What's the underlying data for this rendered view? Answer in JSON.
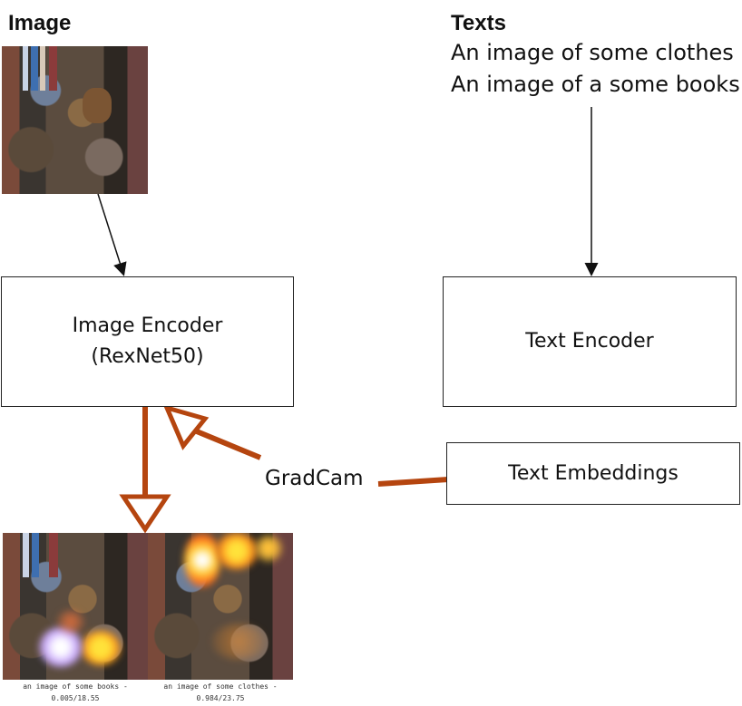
{
  "image_section": {
    "heading": "Image"
  },
  "texts_section": {
    "heading": "Texts",
    "lines": [
      "An image of some clothes",
      "An image of a some books"
    ]
  },
  "image_encoder": {
    "line1": "Image Encoder",
    "line2": "(RexNet50)"
  },
  "text_encoder": {
    "label": "Text Encoder"
  },
  "text_embeddings": {
    "label": "Text Embeddings"
  },
  "gradcam": {
    "label": "GradCam"
  },
  "results": {
    "left_caption_1": "an image of some books -",
    "left_caption_2": "0.005/18.55",
    "right_caption_1": "an image of some clothes -",
    "right_caption_2": "0.984/23.75"
  },
  "colors": {
    "gradcam_arrow": "#b5450f",
    "plain_arrow": "#111111"
  },
  "icons": [
    "input-photo",
    "heatmap-photo"
  ]
}
